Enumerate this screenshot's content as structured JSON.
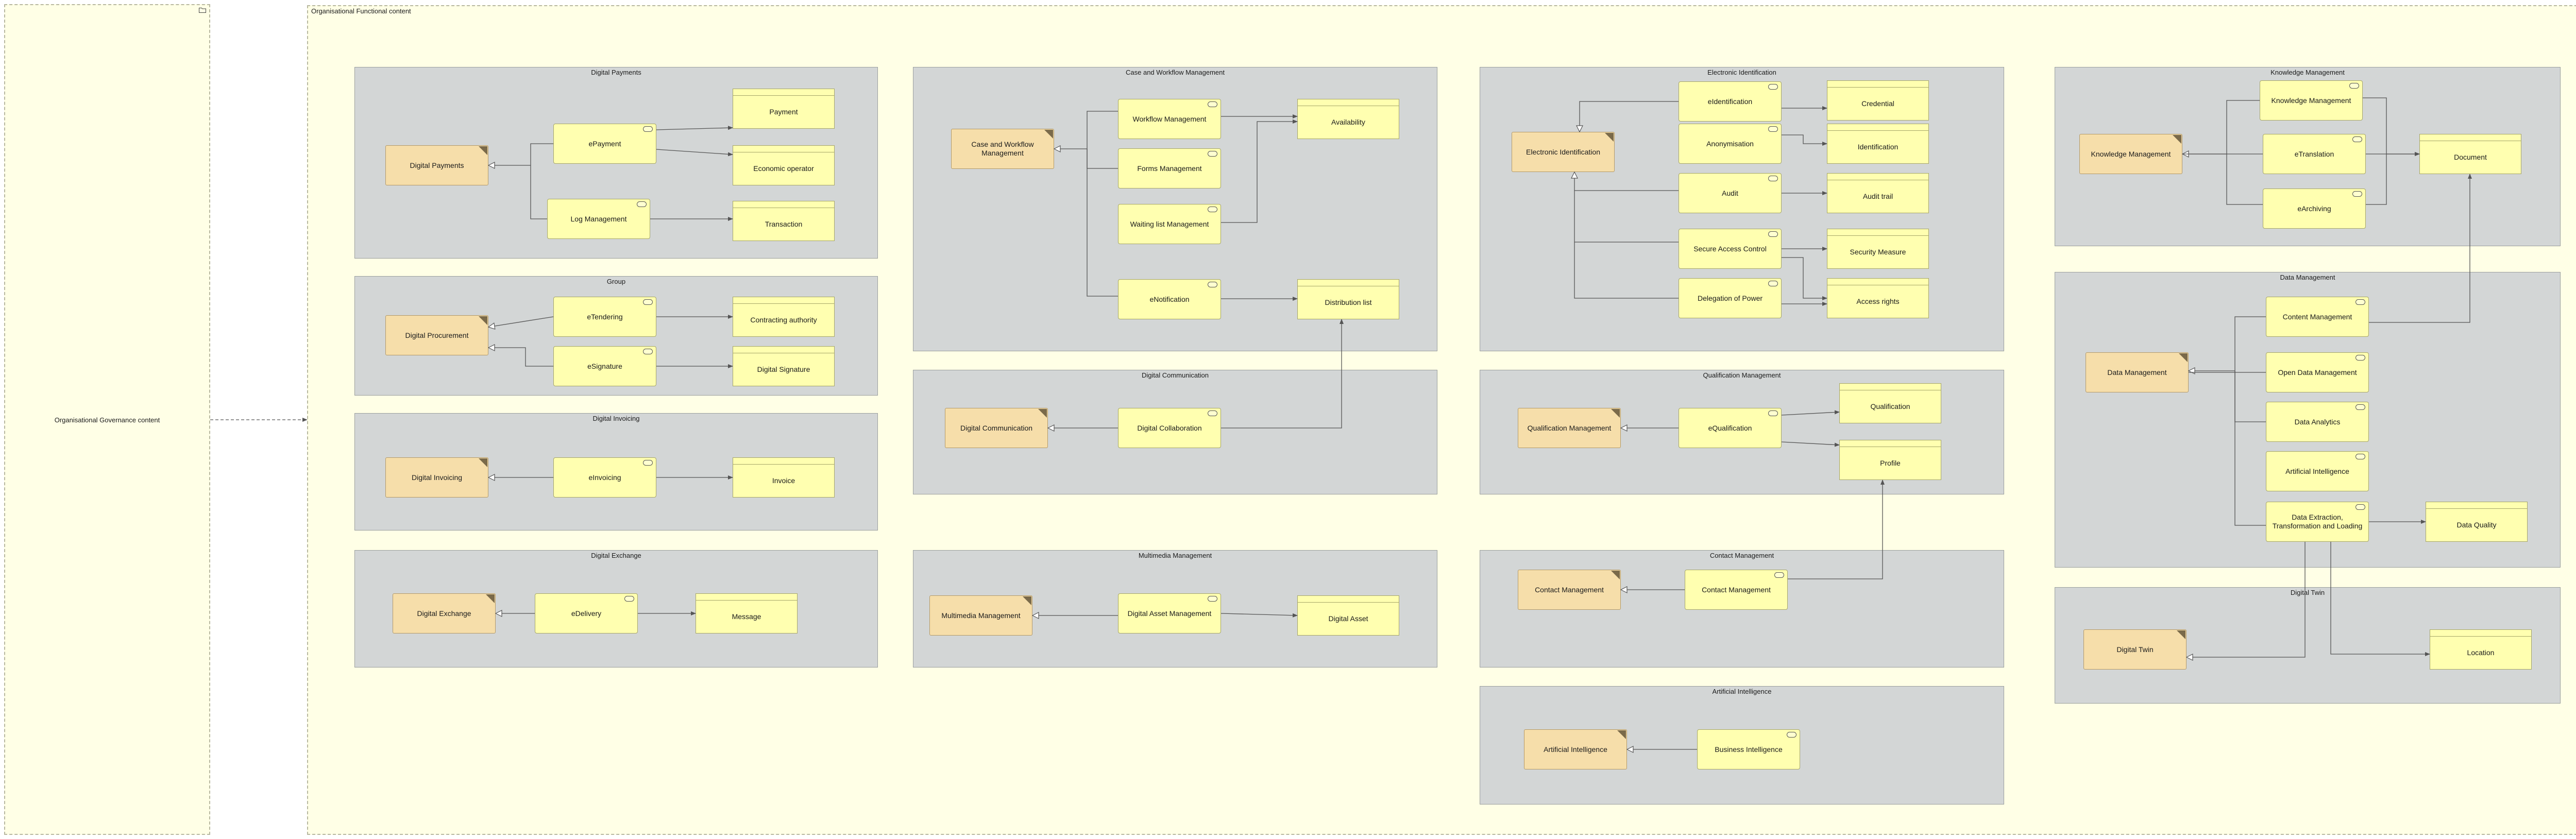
{
  "groups": {
    "governance": {
      "label": "Organisational Governance content"
    },
    "functional": {
      "label": "Organisational Functional content"
    }
  },
  "domains": {
    "digital_payments": {
      "title": "Digital Payments",
      "function": "Digital Payments",
      "services": [
        "ePayment",
        "Log Management"
      ],
      "objects": [
        "Payment",
        "Economic operator",
        "Transaction"
      ]
    },
    "group": {
      "title": "Group",
      "function": "Digital Procurement",
      "services": [
        "eTendering",
        "eSignature"
      ],
      "objects": [
        "Contracting authority",
        "Digital Signature"
      ]
    },
    "digital_invoicing": {
      "title": "Digital Invoicing",
      "function": "Digital Invoicing",
      "services": [
        "eInvoicing"
      ],
      "objects": [
        "Invoice"
      ]
    },
    "digital_exchange": {
      "title": "Digital Exchange",
      "function": "Digital Exchange",
      "services": [
        "eDelivery"
      ],
      "objects": [
        "Message"
      ]
    },
    "case_workflow": {
      "title": "Case and Workflow Management",
      "function": "Case and Workflow Management",
      "services": [
        "Workflow Management",
        "Forms Management",
        "Waiting list Management",
        "eNotification"
      ],
      "objects": [
        "Availability",
        "Distribution list"
      ]
    },
    "digital_communication": {
      "title": "Digital Communication",
      "function": "Digital Communication",
      "services": [
        "Digital Collaboration"
      ]
    },
    "multimedia": {
      "title": "Multimedia Management",
      "function": "Multimedia Management",
      "services": [
        "Digital Asset Management"
      ],
      "objects": [
        "Digital Asset"
      ]
    },
    "electronic_identification": {
      "title": "Electronic Identification",
      "function": "Electronic Identification",
      "services": [
        "eIdentification",
        "Anonymisation",
        "Audit",
        "Secure Access Control",
        "Delegation of Power"
      ],
      "objects": [
        "Credential",
        "Identification",
        "Audit trail",
        "Security Measure",
        "Access rights"
      ]
    },
    "qualification": {
      "title": "Qualification Management",
      "function": "Qualification Management",
      "services": [
        "eQualification"
      ],
      "objects": [
        "Qualification",
        "Profile"
      ]
    },
    "contact": {
      "title": "Contact Management",
      "function": "Contact Management",
      "services": [
        "Contact Management"
      ]
    },
    "ai": {
      "title": "Artificial Intelligence",
      "function": "Artificial Intelligence",
      "services": [
        "Business Intelligence"
      ]
    },
    "knowledge": {
      "title": "Knowledge Management",
      "function": "Knowledge Management",
      "services": [
        "Knowledge Management",
        "eTranslation",
        "eArchiving"
      ],
      "objects": [
        "Document"
      ]
    },
    "data": {
      "title": "Data Management",
      "function": "Data Management",
      "services": [
        "Content Management",
        "Open Data Management",
        "Data Analytics",
        "Artificial Intelligence",
        "Data Extraction, Transformation and Loading"
      ],
      "objects": [
        "Data Quality"
      ]
    },
    "digital_twin": {
      "title": "Digital Twin",
      "function": "Digital Twin",
      "objects": [
        "Location"
      ]
    }
  }
}
